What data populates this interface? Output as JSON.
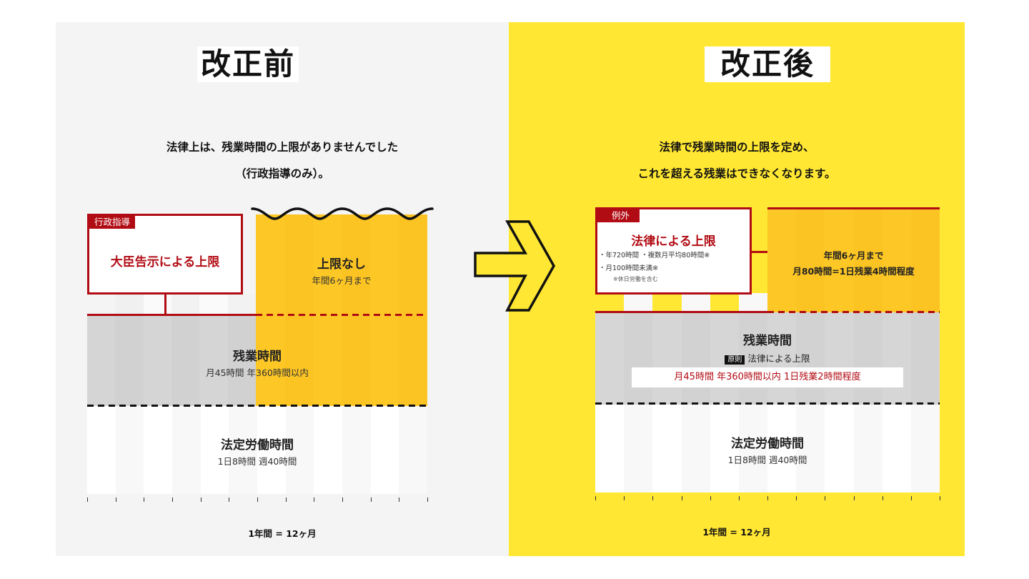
{
  "before": {
    "title": "改正前",
    "lead_line1": "法律上は、残業時間の上限がありませんでした",
    "lead_line2": "（行政指導のみ）。",
    "guidance_tag": "行政指導",
    "guidance_box_label": "大臣告示による上限",
    "no_limit_title": "上限なし",
    "no_limit_sub": "年間6ヶ月まで",
    "overtime_title": "残業時間",
    "overtime_sub": "月45時間 年360時間以内",
    "statutory_title": "法定労働時間",
    "statutory_sub": "1日8時間 週40時間",
    "footer": "1年間 = 12ヶ月"
  },
  "after": {
    "title": "改正後",
    "lead_line1": "法律で残業時間の上限を定め、",
    "lead_line2": "これを超える残業はできなくなります。",
    "exception_tag": "例外",
    "exception_title": "法律による上限",
    "exception_item1": "・年720時間 ・複数月平均80時間※",
    "exception_item2": "・月100時間未満※",
    "exception_note": "※休日労働を含む",
    "six_month_line1": "年間6ヶ月まで",
    "six_month_line2": "月80時間=1日残業4時間程度",
    "overtime_title": "残業時間",
    "principle_badge": "原則",
    "principle_label": "法律による上限",
    "principle_limits": "月45時間 年360時間以内  1日残業2時間程度",
    "statutory_title": "法定労働時間",
    "statutory_sub": "1日8時間 週40時間",
    "footer": "1年間 = 12ヶ月"
  },
  "arrow": {
    "icon": "arrow-right-icon",
    "direction": "before-to-after"
  },
  "colors": {
    "before_bg": "#f4f4f4",
    "after_bg": "#ffe733",
    "accent_red": "#b10c14",
    "overtime_gray": "#d6d6d6",
    "no_limit_yellow": "#fdc825",
    "statutory_white": "#ffffff"
  },
  "timeline": {
    "months": 12
  }
}
